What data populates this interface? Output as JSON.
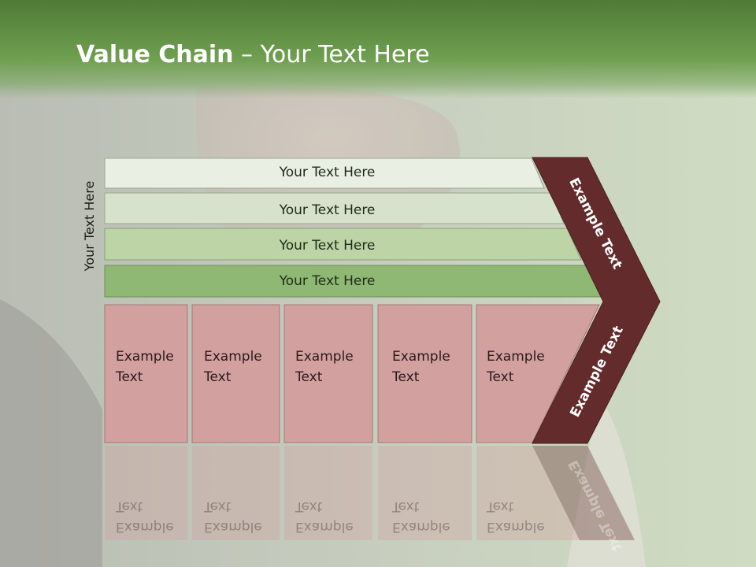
{
  "title": {
    "bold": "Value Chain",
    "rest": " – Your Text Here"
  },
  "vertical_label": "Your Text Here",
  "bands": [
    {
      "label": "Your Text Here"
    },
    {
      "label": "Your Text Here"
    },
    {
      "label": "Your Text Here"
    },
    {
      "label": "Your Text Here"
    }
  ],
  "cards": [
    {
      "line1": "Example",
      "line2": "Text"
    },
    {
      "line1": "Example",
      "line2": "Text"
    },
    {
      "line1": "Example",
      "line2": "Text"
    },
    {
      "line1": "Example",
      "line2": "Text"
    },
    {
      "line1": "Example",
      "line2": "Text"
    }
  ],
  "chevron": {
    "top_label": "Example Text",
    "bottom_label": "Example Text"
  },
  "colors": {
    "header": "#5f8d44",
    "band1": "#e9efe2",
    "band2": "#d6e2cb",
    "band3": "#bcd4a6",
    "band4": "#8fb874",
    "card": "#d3a0a0",
    "chevron": "#632b2b"
  }
}
